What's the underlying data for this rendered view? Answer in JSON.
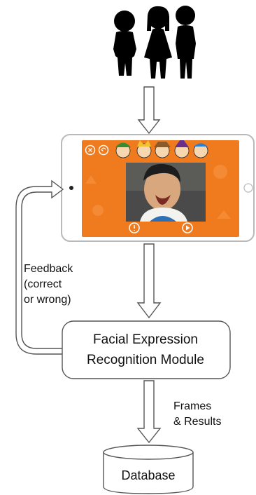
{
  "diagram": {
    "nodes": {
      "users": {
        "name": "children-silhouettes"
      },
      "tablet": {
        "name": "tablet-game-screen",
        "screen_color": "#f07a1e",
        "buttons": [
          "close-icon",
          "back-icon",
          "info-icon",
          "play-icon"
        ]
      },
      "module": {
        "label": "Facial Expression\nRecognition Module"
      },
      "database": {
        "label": "Database"
      }
    },
    "edges": {
      "feedback": {
        "label": "Feedback\n(correct\nor wrong)"
      },
      "frames": {
        "label": "Frames\n& Results"
      }
    }
  }
}
